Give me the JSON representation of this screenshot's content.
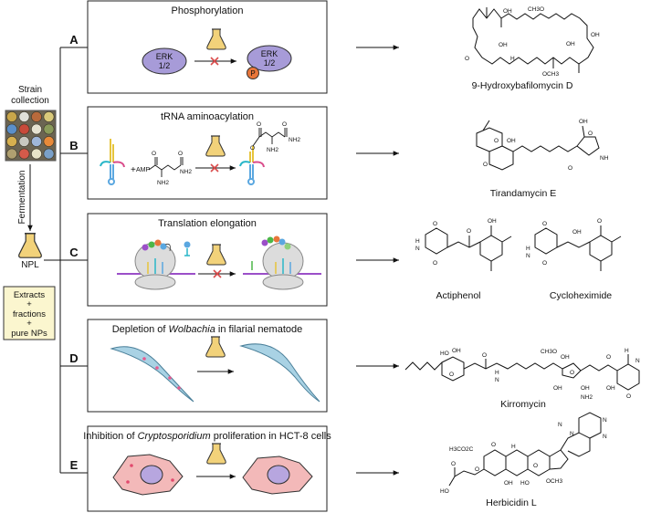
{
  "left_column": {
    "strain_label_line1": "Strain",
    "strain_label_line2": "collection",
    "fermentation_label": "Fermentation",
    "npl_label": "NPL",
    "box_line1": "Extracts",
    "box_line2": "+",
    "box_line3": "fractions",
    "box_line4": "+",
    "box_line5": "pure NPs"
  },
  "panels": [
    {
      "letter": "A",
      "title": "Phosphorylation",
      "enzyme_line1": "ERK",
      "enzyme_line2": "1/2",
      "phospho": "P"
    },
    {
      "letter": "B",
      "title": "tRNA aminoacylation",
      "amp": "AMP",
      "plus": "+"
    },
    {
      "letter": "C",
      "title": "Translation elongation"
    },
    {
      "letter": "D",
      "title_pre": "Depletion of ",
      "title_italic": "Wolbachia",
      "title_post": " in filarial nematode"
    },
    {
      "letter": "E",
      "title_pre": "Inhibition of ",
      "title_italic": "Cryptosporidium",
      "title_post": " proliferation in HCT-8 cells"
    }
  ],
  "compounds": {
    "a": "9-Hydroxybafilomycin D",
    "b": "Tirandamycin E",
    "c1": "Actiphenol",
    "c2": "Cycloheximide",
    "d": "Kirromycin",
    "e": "Herbicidin L"
  },
  "atom_labels": {
    "oh": "OH",
    "o": "O",
    "nh": "NH",
    "nh2": "NH2",
    "h": "H",
    "n": "N",
    "och3": "OCH3",
    "ch3o": "CH3O",
    "h3co2c": "H3CO2C",
    "ho": "HO"
  },
  "colors": {
    "flask": "#f2d27a",
    "erk": "#a79bd8",
    "phospho": "#e8763a",
    "cross": "#d94b4b",
    "box": "#fbf6cf",
    "worm": "#a9d2e4",
    "cell": "#f3b9b9",
    "nucleus": "#b7a6df",
    "ribosome": "#dcdcdc"
  }
}
